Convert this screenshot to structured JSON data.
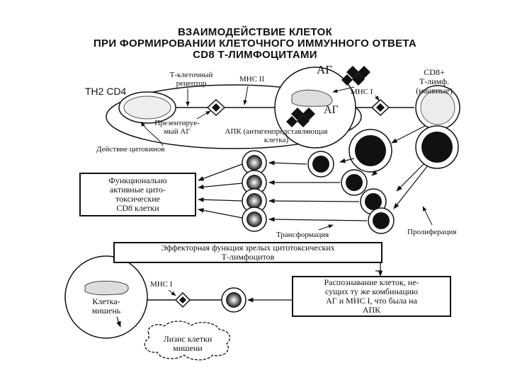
{
  "title": {
    "line1": "ВЗАИМОДЕЙСТВИЕ КЛЕТОК",
    "line2": "ПРИ ФОРМИРОВАНИИ КЛЕТОЧНОГО ИММУННОГО ОТВЕТА",
    "line3": "CD8 Т-ЛИМФОЦИТАМИ"
  },
  "labels": {
    "th2_cd4": "TH2 CD4",
    "tcr_line1": "Т-клеточный",
    "tcr_line2": "рецептор",
    "mhc2": "MHC II",
    "ag_top": "АГ",
    "mhc1_top": "MHC I",
    "cd8_line1": "CD8+",
    "cd8_line2": "Т-лимф.",
    "cd8_line3": "(наивные)",
    "ag_inner": "АГ",
    "presented_line1": "Презентируе-",
    "presented_line2": "мый АГ",
    "apc_line1": "АПК (антигенпредставляющая",
    "apc_line2": "клетка)",
    "cytokine": "Действие цитокинов",
    "transformation": "Трансформация",
    "proliferation": "Пролиферация",
    "mhc1_bottom": "MHC I",
    "target_line1": "Клетка-",
    "target_line2": "мишень",
    "lysis_line1": "Лизис клетки",
    "lysis_line2": "мишени"
  },
  "boxes": {
    "functional_line1": "Функционально",
    "functional_line2": "активные цито-",
    "functional_line3": "токсические",
    "functional_line4": "CD8 клетки",
    "effector_line1": "Эффекторная функция зрелых цитотоксических",
    "effector_line2": "Т-лимфоцитов",
    "recognition_line1": "Распознавание клеток, не-",
    "recognition_line2": "сущих ту же комбинацию",
    "recognition_line3": "АГ и MHC I, что была на",
    "recognition_line4": "АПК"
  }
}
